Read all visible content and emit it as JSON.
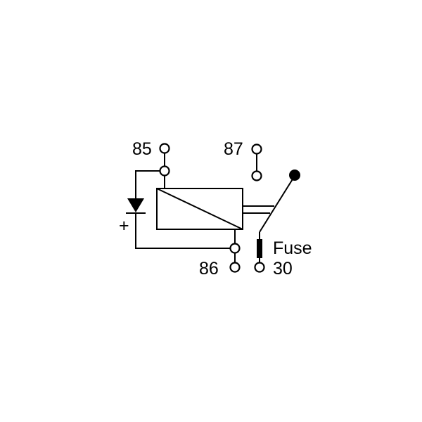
{
  "labels": {
    "pin_85": "85",
    "pin_87": "87",
    "pin_86": "86",
    "pin_30": "30",
    "fuse": "Fuse",
    "plus": "+"
  },
  "colors": {
    "ink": "#000000",
    "background": "#ffffff"
  }
}
